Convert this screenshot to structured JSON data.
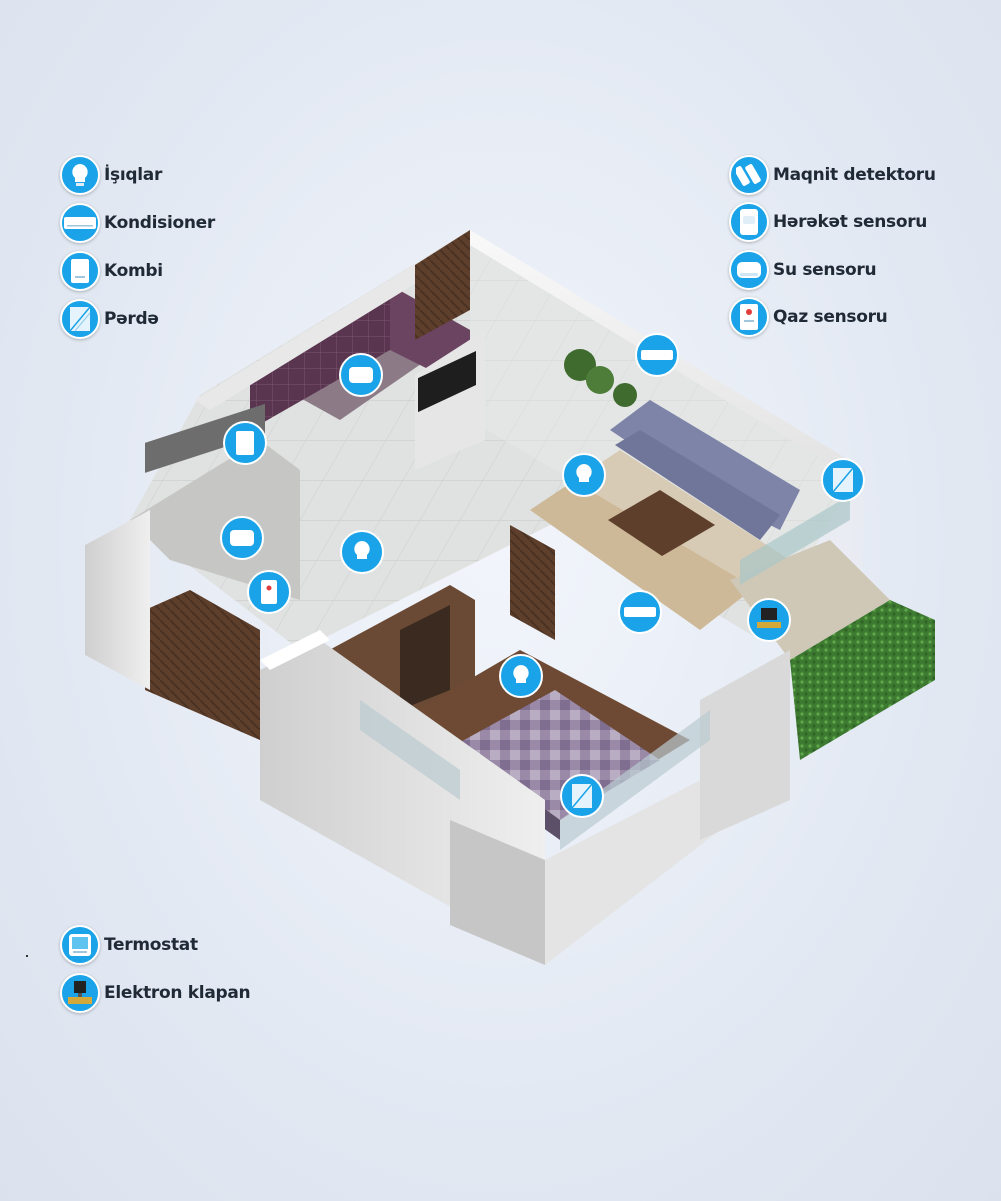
{
  "legend_left": [
    {
      "icon": "bulb-icon",
      "label": "İşıqlar"
    },
    {
      "icon": "air-conditioner-icon",
      "label": "Kondisioner"
    },
    {
      "icon": "boiler-icon",
      "label": "Kombi"
    },
    {
      "icon": "curtain-icon",
      "label": "Pərdə"
    }
  ],
  "legend_right": [
    {
      "icon": "magnet-detector-icon",
      "label": "Maqnit detektoru"
    },
    {
      "icon": "motion-sensor-icon",
      "label": "Hərəkət sensoru"
    },
    {
      "icon": "water-sensor-icon",
      "label": "Su sensoru"
    },
    {
      "icon": "gas-sensor-icon",
      "label": "Qaz sensoru"
    }
  ],
  "legend_bottom": [
    {
      "icon": "thermostat-icon",
      "label": "Termostat"
    },
    {
      "icon": "electronic-valve-icon",
      "label": "Elektron klapan"
    }
  ],
  "colors": {
    "accent": "#1aa3e8",
    "wall": "#f4f4f4",
    "wood": "#6b4a35",
    "bathroom_tile": "#5a3550",
    "floor_tile": "#d7dad8",
    "carpet": "#cdb998",
    "sofa": "#7d84a8",
    "grass": "#3e7a32"
  }
}
